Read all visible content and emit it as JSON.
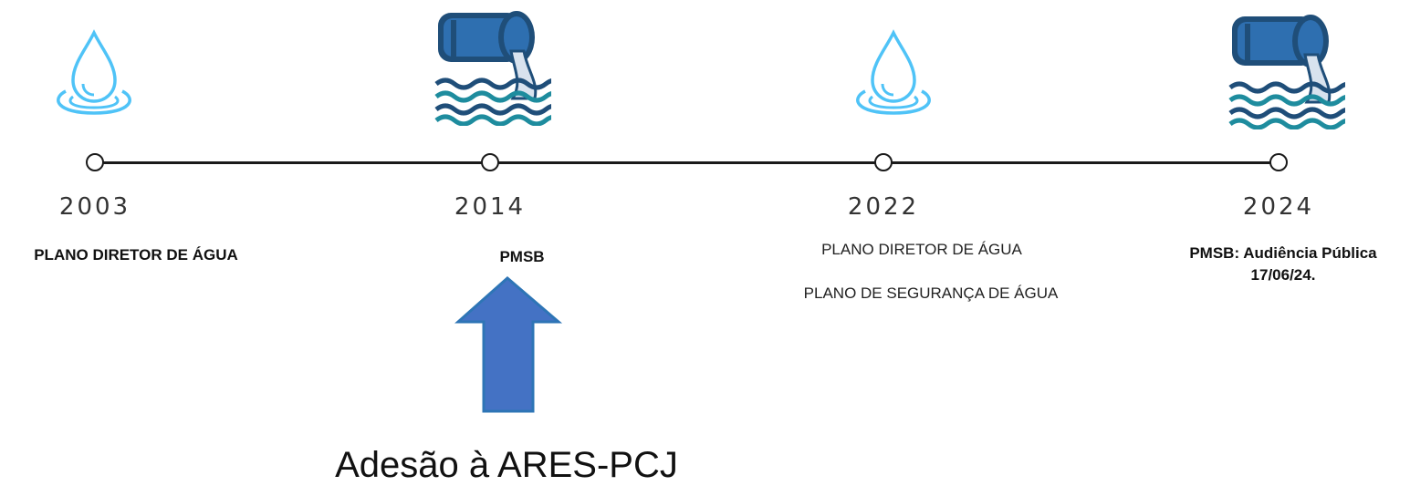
{
  "timeline": [
    {
      "year": "2003",
      "lines": [
        "PLANO DIRETOR DE ÁGUA"
      ],
      "style": "bold",
      "icon": "water-drop-icon"
    },
    {
      "year": "2014",
      "lines": [
        "PMSB"
      ],
      "style": "bold",
      "icon": "pipe-discharge-icon"
    },
    {
      "year": "2022",
      "lines": [
        "PLANO DIRETOR DE ÁGUA",
        "PLANO DE SEGURANÇA DE ÁGUA"
      ],
      "style": "normal",
      "icon": "water-drop-icon"
    },
    {
      "year": "2024",
      "lines": [
        "PMSB: Audiência Pública",
        "17/06/24."
      ],
      "style": "bold",
      "icon": "pipe-discharge-icon"
    }
  ],
  "callout": {
    "label": "Adesão à ARES-PCJ",
    "arrow_color": "#4472C4",
    "arrow_border": "#2E75B6",
    "points_to_year": "2014"
  },
  "colors": {
    "drop": "#4FC3F7",
    "pipe_dark": "#1F4E79",
    "pipe_mid": "#2E6FB0",
    "wave_teal": "#1E8C9E",
    "line": "#1A1A1A"
  }
}
